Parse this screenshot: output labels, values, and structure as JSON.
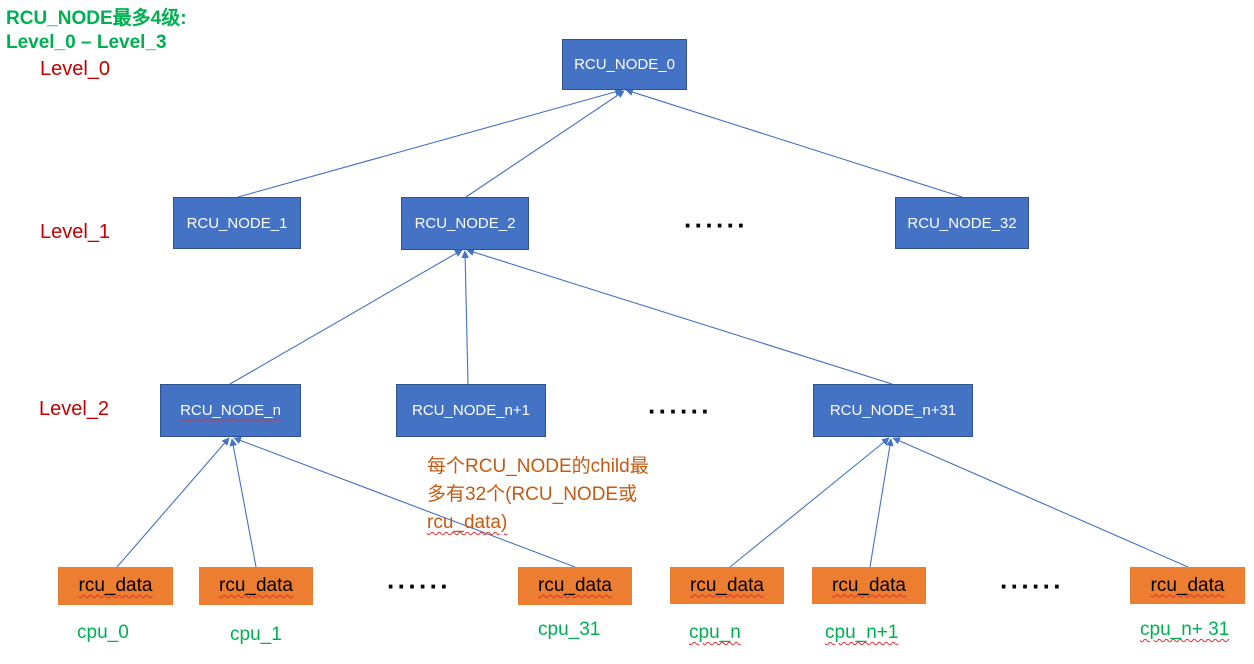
{
  "title": {
    "line1": "RCU_NODE最多4级:",
    "line2": "Level_0 – Level_3"
  },
  "levels": {
    "level0": "Level_0",
    "level1": "Level_1",
    "level2": "Level_2"
  },
  "nodes": {
    "n0": "RCU_NODE_0",
    "n1": "RCU_NODE_1",
    "n2": "RCU_NODE_2",
    "n32": "RCU_NODE_32",
    "nn": "RCU_NODE_n",
    "nn1": "RCU_NODE_n+1",
    "nn31": "RCU_NODE_n+31"
  },
  "leaves": {
    "label": "rcu_data"
  },
  "cpus": {
    "c0": "cpu_0",
    "c1": "cpu_1",
    "c31": "cpu_31",
    "cn": "cpu_n",
    "cn1": "cpu_n+1",
    "cn31": "cpu_n+ 31"
  },
  "ellipsis": "······",
  "note": {
    "line1": "每个RCU_NODE的child最",
    "line2": "多有32个(RCU_NODE或",
    "line3": "rcu_data)"
  },
  "colors": {
    "node_fill": "#4472C4",
    "leaf_fill": "#ED7D31",
    "edge": "#4472C4",
    "title": "#00B050",
    "level_label": "#C00000",
    "note": "#C55A11"
  }
}
